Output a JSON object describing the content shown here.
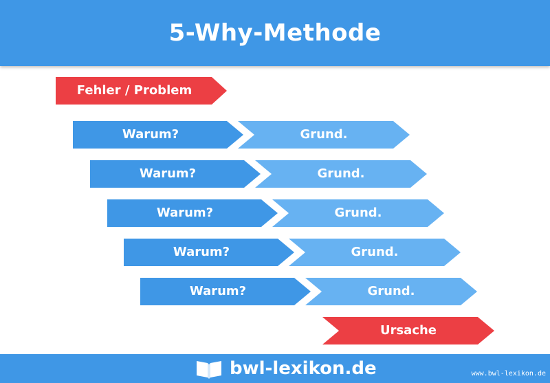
{
  "header": {
    "title": "5-Why-Methode"
  },
  "diagram": {
    "problem_label": "Fehler / Problem",
    "rows": [
      {
        "question": "Warum?",
        "answer": "Grund."
      },
      {
        "question": "Warum?",
        "answer": "Grund."
      },
      {
        "question": "Warum?",
        "answer": "Grund."
      },
      {
        "question": "Warum?",
        "answer": "Grund."
      },
      {
        "question": "Warum?",
        "answer": "Grund."
      }
    ],
    "cause_label": "Ursache"
  },
  "footer": {
    "brand": "bwl-lexikon.de",
    "watermark": "www.bwl-lexikon.de",
    "icon": "book-icon"
  },
  "colors": {
    "blue": "#3f97e6",
    "light_blue": "#67b2f2",
    "red": "#ec3f44"
  }
}
